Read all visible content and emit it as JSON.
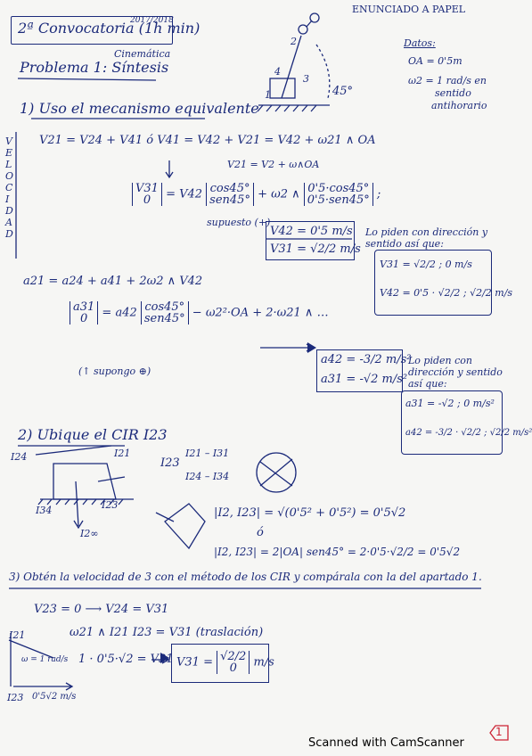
{
  "header": {
    "title": "2ª Convocatoria (1h min)",
    "course_code": "2017/2018",
    "problem": "Problema 1: Síntesis",
    "subtitle_note": "Cinemática",
    "topright": "ENUNCIADO A PAPEL"
  },
  "mechanism": {
    "angle_label": "45°",
    "node_labels": [
      "2",
      "3",
      "4",
      "1"
    ]
  },
  "datos": {
    "title": "Datos:",
    "oa": "OA = 0'5m",
    "w2": "ω2 = 1 rad/s en",
    "w2_note_1": "sentido",
    "w2_note_2": "antihorario"
  },
  "section1": {
    "heading": "1) Uso el mecanismo equivalente",
    "side_letters": [
      "V",
      "E",
      "L",
      "O",
      "C",
      "I",
      "D",
      "A",
      "D"
    ],
    "eq1": "V21 = V24 + V41   ó   V41 = V42 + V21 = V42 + ω21 ∧ OA",
    "eq1b": "V21 = V2 + ω∧OA",
    "vec_lhs": [
      "V31",
      "0"
    ],
    "vec_cos": [
      "cos45°",
      "sen45°"
    ],
    "vec_oa": [
      "0'5·cos45°",
      "0'5·sen45°"
    ],
    "supuesto": "supuesto (+)",
    "result_box": [
      "V42 = 0'5 m/s",
      "V31 = √2/2 m/s"
    ],
    "note_velocity": "Lo piden con dirección y sentido así que:",
    "velbox": [
      "V31 = √2/2 ; 0  m/s",
      "V42 = 0'5 · √2/2 ; √2/2  m/s"
    ],
    "acc_eq": "a21 = a24 + a41 + 2ω2 ∧ V42",
    "acc_lhs": [
      "a31",
      "0"
    ],
    "acc_result": [
      "a42 = -3/2 m/s²",
      "a31 = -√2 m/s²"
    ],
    "note_acc": "Lo piden con dirección y sentido así que:",
    "accbox": [
      "a31 = -√2 ; 0  m/s²",
      "a42 = -3/2 · √2/2 ; √2/2  m/s²"
    ],
    "supongo": "(↑ supongo ⊕)"
  },
  "section2": {
    "heading": "2) Ubique el CIR I23",
    "labels": [
      "I24",
      "I21",
      "I34",
      "I23",
      "I2∞"
    ],
    "list": [
      "I21 – I31",
      "I24 – I34"
    ],
    "i23_label": "I23",
    "dist1": "|I2, I23| = √(0'5² + 0'5²) = 0'5√2",
    "or": "ó",
    "dist2": "|I2, I23| = 2|OA| sen45° = 2·0'5·√2/2 = 0'5√2"
  },
  "section3": {
    "heading": "3) Obtén la velocidad de 3 con el método de los CIR y compárala con la del apartado 1.",
    "eq1": "V23 = 0 ⟶ V24 = V31",
    "eq2": "ω21 ∧ I21 I23 = V31 (traslación)",
    "eq3": "1 · 0'5·√2 = V31",
    "result": [
      "√2/2",
      "0"
    ],
    "unit": "m/s",
    "side_labels": [
      "I21",
      "ω = 1 rad/s",
      "0'5√2 m/s",
      "I23"
    ]
  },
  "footer": {
    "scanner": "Scanned with CamScanner",
    "page": "1"
  }
}
